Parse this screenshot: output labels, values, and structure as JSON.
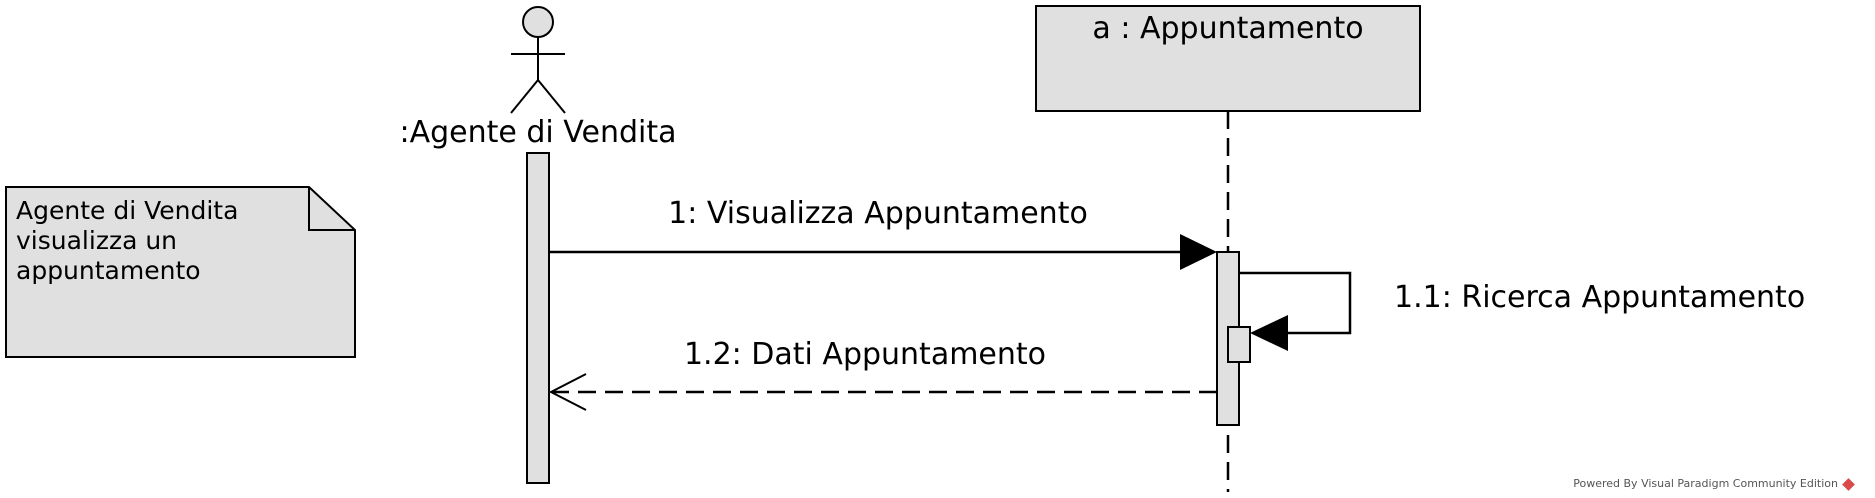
{
  "participants": {
    "actor": {
      "label": ":Agente di Vendita"
    },
    "object": {
      "label": "a : Appuntamento"
    }
  },
  "note": {
    "lines": [
      "Agente di Vendita",
      "visualizza un",
      "appuntamento"
    ]
  },
  "messages": [
    {
      "label": "1: Visualizza Appuntamento",
      "kind": "synchronous"
    },
    {
      "label": "1.1: Ricerca Appuntamento",
      "kind": "self-call"
    },
    {
      "label": "1.2: Dati Appuntamento",
      "kind": "return"
    }
  ],
  "watermark": {
    "text": "Powered By Visual Paradigm Community Edition"
  },
  "colors": {
    "fill": "#e0e0e0",
    "stroke": "#000000",
    "logo": "#d94a4a"
  }
}
